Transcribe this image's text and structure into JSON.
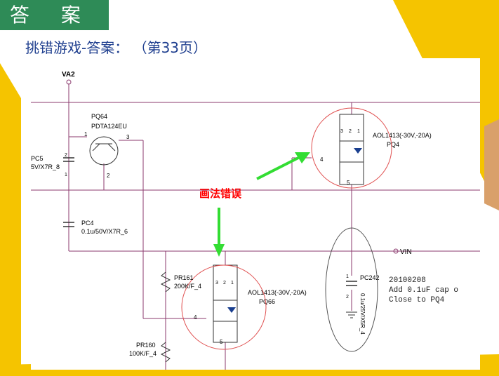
{
  "header": {
    "title": "答 案",
    "subtitle": "挑错游戏-答案：  （第33页）"
  },
  "schematic": {
    "net_va2": "VA2",
    "net_vin": "VIN",
    "annotation": "画法错误",
    "pq64": {
      "ref": "PQ64",
      "part": "PDTA124EU",
      "pin1": "1",
      "pin2": "2",
      "pin3": "3"
    },
    "pc5": {
      "ref": "PC5",
      "value": "5V/X7R_8",
      "pin1": "1",
      "pin2": "2"
    },
    "pc4": {
      "ref": "PC4",
      "value": "0.1u/50V/X7R_6"
    },
    "pq4": {
      "ref": "PQ4",
      "part": "AOL1413(-30V,-20A)",
      "pins": [
        "3",
        "2",
        "1"
      ],
      "gate": "4",
      "drain": "5"
    },
    "pq66": {
      "ref": "PQ66",
      "part": "AOL1413(-30V,-20A)",
      "pins": [
        "3",
        "2",
        "1"
      ],
      "gate": "4",
      "drain": "5"
    },
    "pr161": {
      "ref": "PR161",
      "value": "200K/F_4"
    },
    "pr160": {
      "ref": "PR160",
      "value": "100K/F_4"
    },
    "pc242": {
      "ref": "PC242",
      "value": "0.1u/25V/X5R_4",
      "pin1": "1",
      "pin2": "2"
    },
    "note": [
      "20100208",
      "Add 0.1uF cap o",
      "Close to PQ4"
    ]
  },
  "colors": {
    "title_bg": "#2e8b57",
    "subtitle": "#1f3f8f",
    "wire": "#8b3a6e",
    "annotation": "#ff0000",
    "arrow": "#33dd33",
    "deco_yellow": "#f5c400"
  }
}
